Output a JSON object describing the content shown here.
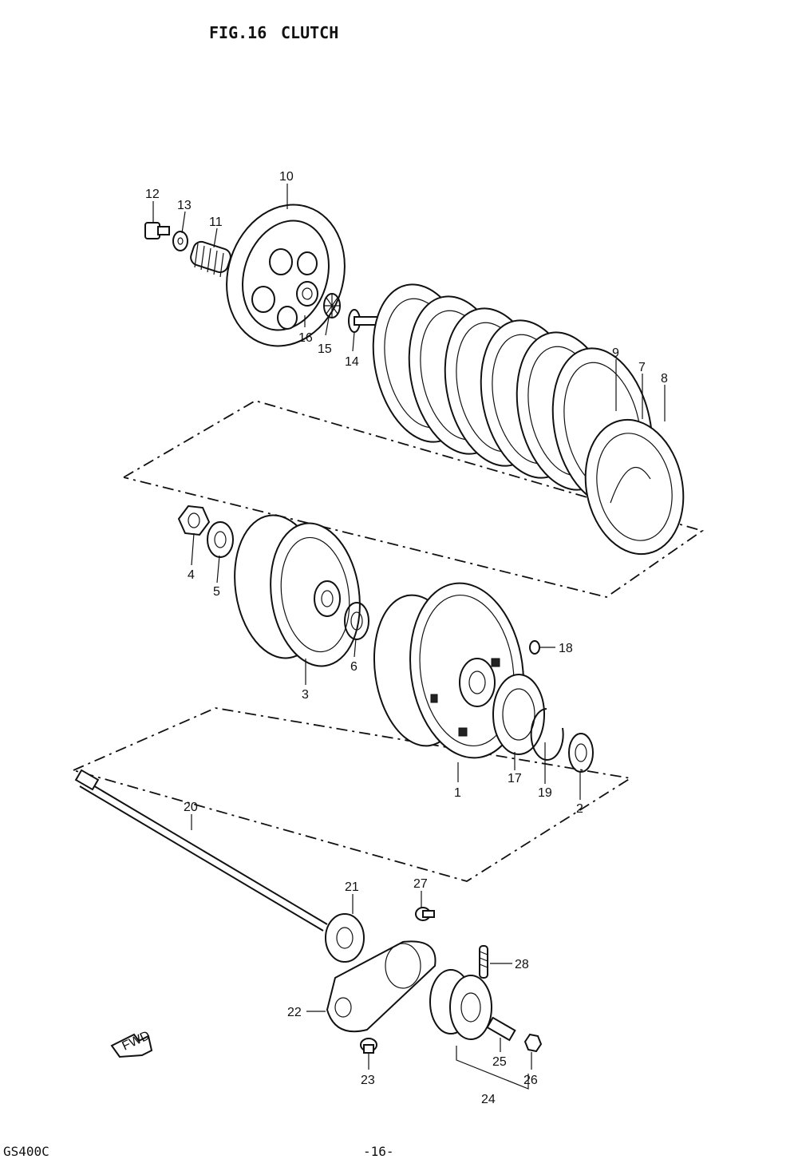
{
  "figure": {
    "number": "FIG.16",
    "title": "CLUTCH"
  },
  "footer": {
    "model": "GS400C",
    "page": "-16-"
  },
  "badge": {
    "text": "FWD"
  },
  "callouts": [
    "1",
    "2",
    "3",
    "4",
    "5",
    "6",
    "7",
    "8",
    "9",
    "10",
    "11",
    "12",
    "13",
    "14",
    "15",
    "16",
    "17",
    "18",
    "19",
    "20",
    "21",
    "22",
    "23",
    "24",
    "25",
    "26",
    "27",
    "28"
  ]
}
